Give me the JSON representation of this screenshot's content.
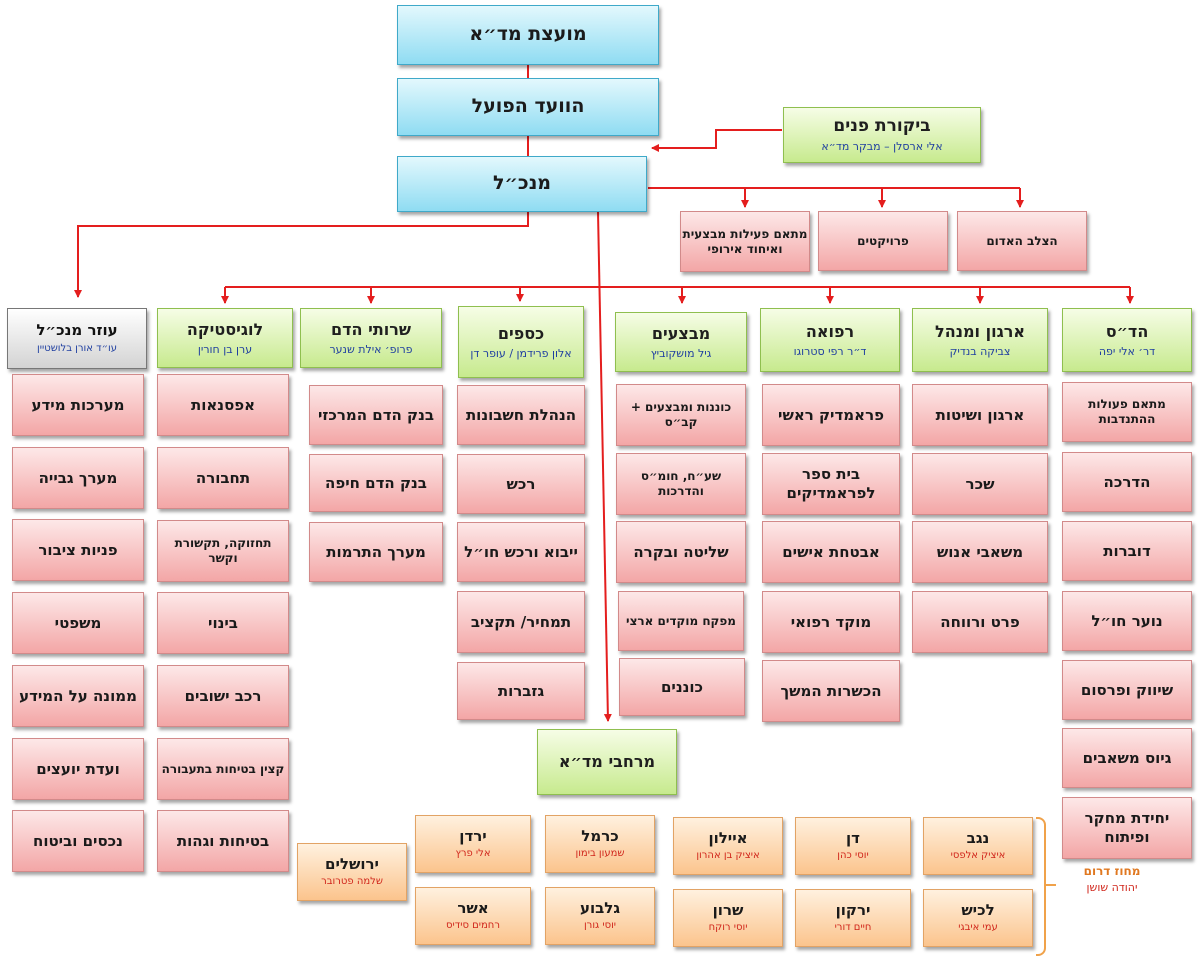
{
  "top": {
    "council": "מועצת מד״א",
    "exec_committee": "הוועד הפועל",
    "director_general": "מנכ״ל"
  },
  "audit": {
    "title": "ביקורת פנים",
    "subtitle": "אלי ארסלן – מבקר מד״א"
  },
  "dg_units": [
    {
      "label": "מתאם פעילות מבצעית ואיחוד אירופי"
    },
    {
      "label": "פרויקטים"
    },
    {
      "label": "הצלב האדום"
    }
  ],
  "assistant": {
    "title": "עוזר מנכ״ל",
    "subtitle": "עו״ד אורן בלושטיין",
    "items": [
      "מערכות מידע",
      "מערך גבייה",
      "פניות ציבור",
      "משפטי",
      "ממונה על המידע",
      "ועדת יועצים",
      "נכסים וביטוח"
    ]
  },
  "divisions": [
    {
      "title": "לוגיסטיקה",
      "subtitle": "ערן בן חורין",
      "items": [
        "אפסנאות",
        "תחבורה",
        "תחזוקה, תקשורת וקשר",
        "בינוי",
        "רכב ישובים",
        "קצין בטיחות בתעבורה",
        "בטיחות וגהות"
      ]
    },
    {
      "title": "שרותי הדם",
      "subtitle": "פרופ׳ אילת שנער",
      "items": [
        "בנק הדם המרכזי",
        "בנק הדם חיפה",
        "מערך התרמות"
      ]
    },
    {
      "title": "כספים",
      "subtitle": "אלון פרידמן / עופר דן",
      "items": [
        "הנהלת חשבונות",
        "רכש",
        "ייבוא ורכש חו״ל",
        "תמחיר/ תקציב",
        "גזברות"
      ]
    },
    {
      "title": "מבצעים",
      "subtitle": "גיל מושקוביץ",
      "items": [
        "כוננות ומבצעים + קב״ס",
        "שע״ח, חומ״ס והדרכות",
        "שליטה ובקרה",
        "מפקח מוקדים ארצי",
        "כוננים"
      ]
    },
    {
      "title": "רפואה",
      "subtitle": "ד״ר רפי סטרוגו",
      "items": [
        "פראמדיק ראשי",
        "בית ספר לפראמדיקים",
        "אבטחת אישים",
        "מוקד רפואי",
        "הכשרות המשך"
      ]
    },
    {
      "title": "ארגון ומנהל",
      "subtitle": "צביקה בנדיק",
      "items": [
        "ארגון ושיטות",
        "שכר",
        "משאבי אנוש",
        "פרט ורווחה"
      ]
    },
    {
      "title": "הד״ס",
      "subtitle": "דר׳ אלי יפה",
      "items": [
        "מתאם פעולות ההתנדבות",
        "הדרכה",
        "דוברות",
        "נוער חו״ל",
        "שיווק ופרסום",
        "גיוס משאבים",
        "יחידת מחקר ופיתוח"
      ]
    }
  ],
  "regions": {
    "title": "מרחבי מד״א",
    "jerusalem": {
      "name": "ירושלים",
      "manager": "שלמה פטרובר"
    },
    "top_row": [
      {
        "name": "ירדן",
        "manager": "אלי פרץ"
      },
      {
        "name": "כרמל",
        "manager": "שמעון בימון"
      },
      {
        "name": "איילון",
        "manager": "איציק בן אהרון"
      },
      {
        "name": "דן",
        "manager": "יוסי כהן"
      },
      {
        "name": "נגב",
        "manager": "איציק אלפסי"
      }
    ],
    "bottom_row": [
      {
        "name": "אשר",
        "manager": "רחמים סידיס"
      },
      {
        "name": "גלבוע",
        "manager": "יוסי גורן"
      },
      {
        "name": "שרון",
        "manager": "יוסי רוקח"
      },
      {
        "name": "ירקון",
        "manager": "חיים דורי"
      },
      {
        "name": "לכיש",
        "manager": "עמי איבגי"
      }
    ],
    "south_district": {
      "title": "מחוז דרום",
      "manager": "יהודה שושן"
    }
  },
  "colors": {
    "connector": "#e41e1e",
    "bracket": "#f0a24a",
    "subtitle_blue": "#1f3fa0",
    "manager_red": "#d0261b"
  }
}
